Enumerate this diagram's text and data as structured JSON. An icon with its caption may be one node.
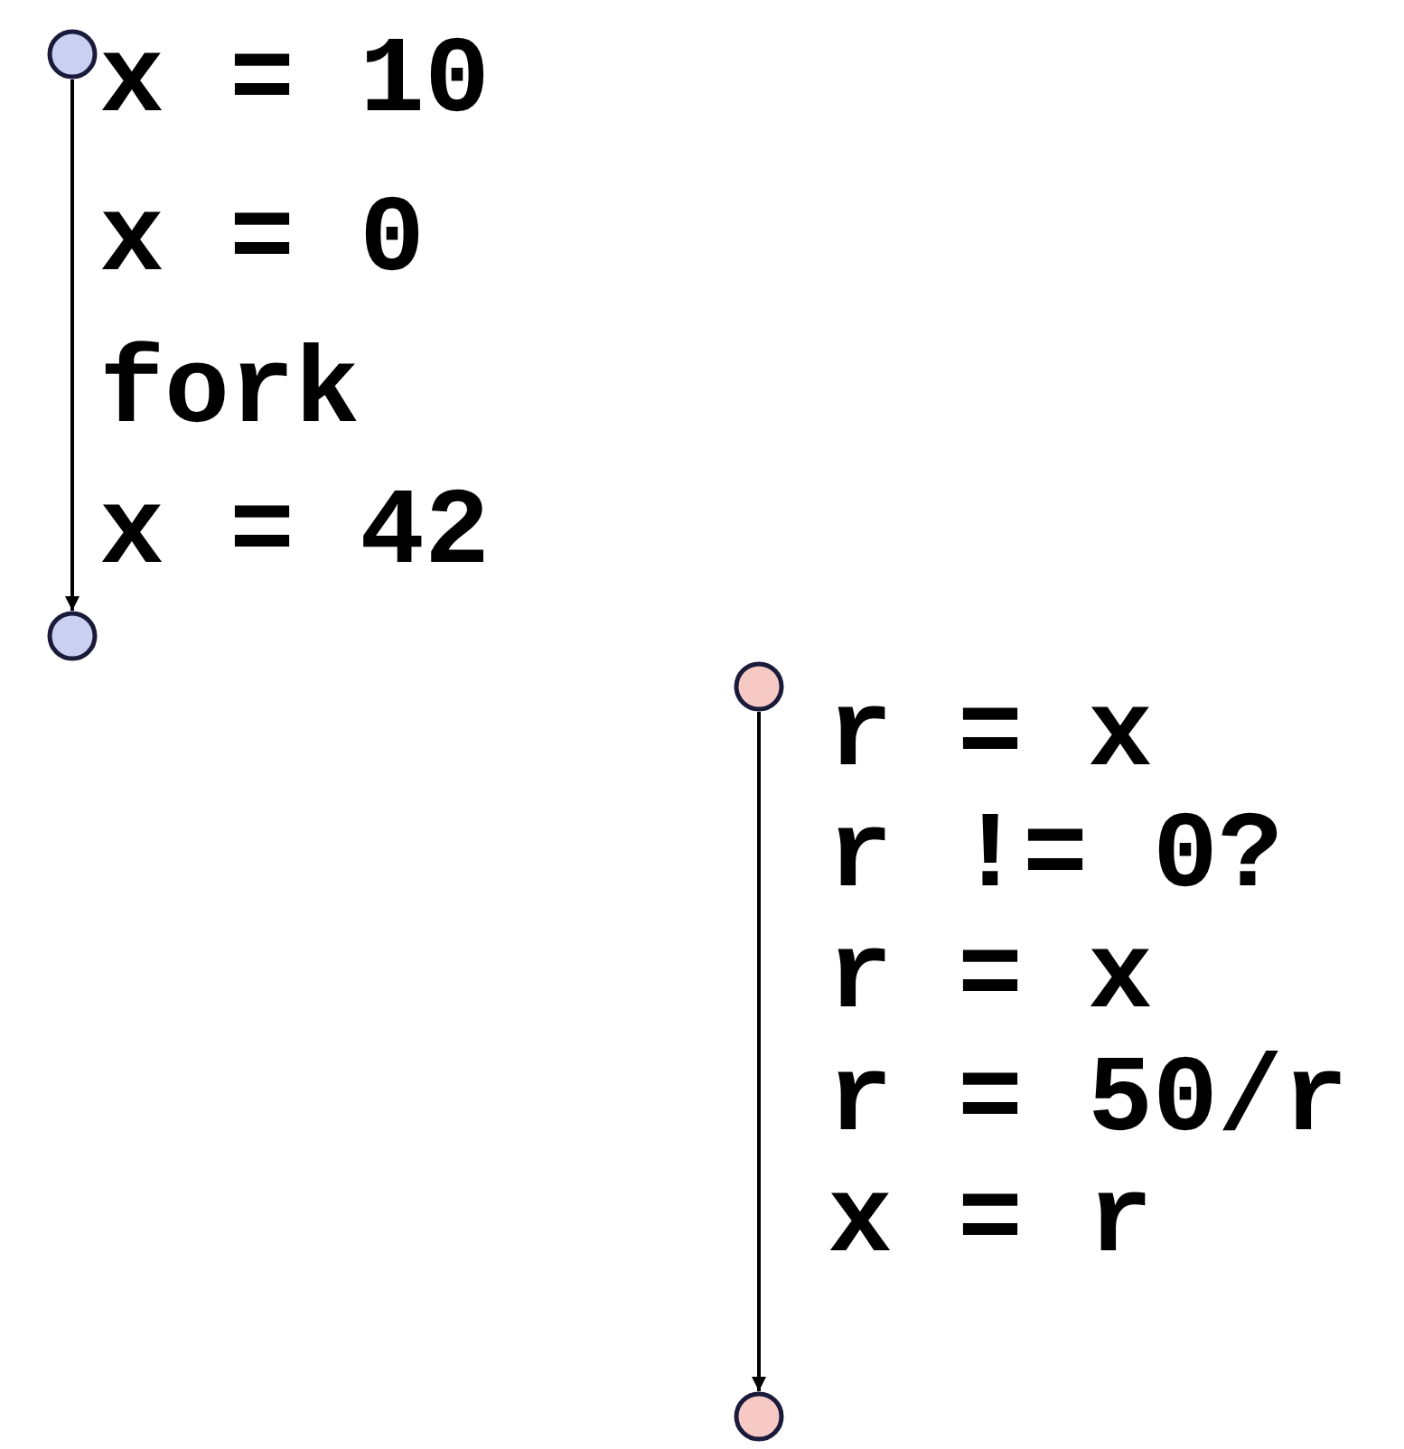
{
  "diagram": {
    "nodes": [
      {
        "text": [],
        "shape": "circle"
      },
      {
        "text": [],
        "shape": "circle"
      },
      {
        "text": [],
        "shape": "circle"
      },
      {
        "text": [],
        "shape": "circle"
      }
    ],
    "edges": [
      {
        "from": 0,
        "to": 1,
        "arrow": "to"
      },
      {
        "from": 2,
        "to": 3,
        "arrow": "to"
      }
    ],
    "labels": [
      "x = 10",
      "x = 0",
      "fork",
      "x = 42",
      "r = x",
      "r != 0?",
      "r = x",
      "r = 50/r",
      "x = r"
    ]
  }
}
